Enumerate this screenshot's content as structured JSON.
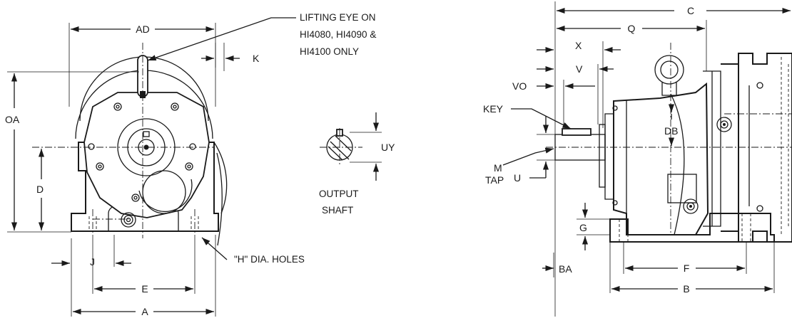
{
  "dimension_labels": {
    "AD": "AD",
    "K": "K",
    "OA": "OA",
    "D": "D",
    "J": "J",
    "E": "E",
    "A": "A",
    "UY": "UY",
    "C": "C",
    "Q": "Q",
    "X": "X",
    "V": "V",
    "VO": "VO",
    "KEY": "KEY",
    "DB": "DB",
    "M": "M",
    "TAP": "TAP",
    "U": "U",
    "G": "G",
    "BA": "BA",
    "F": "F",
    "B": "B"
  },
  "notes": {
    "lifting_eye_line1": "LIFTING EYE ON",
    "lifting_eye_line2": "HI4080, HI4090 &",
    "lifting_eye_line3": "HI4100 ONLY",
    "holes": "\"H\" DIA. HOLES",
    "output_shaft_line1": "OUTPUT",
    "output_shaft_line2": "SHAFT"
  }
}
